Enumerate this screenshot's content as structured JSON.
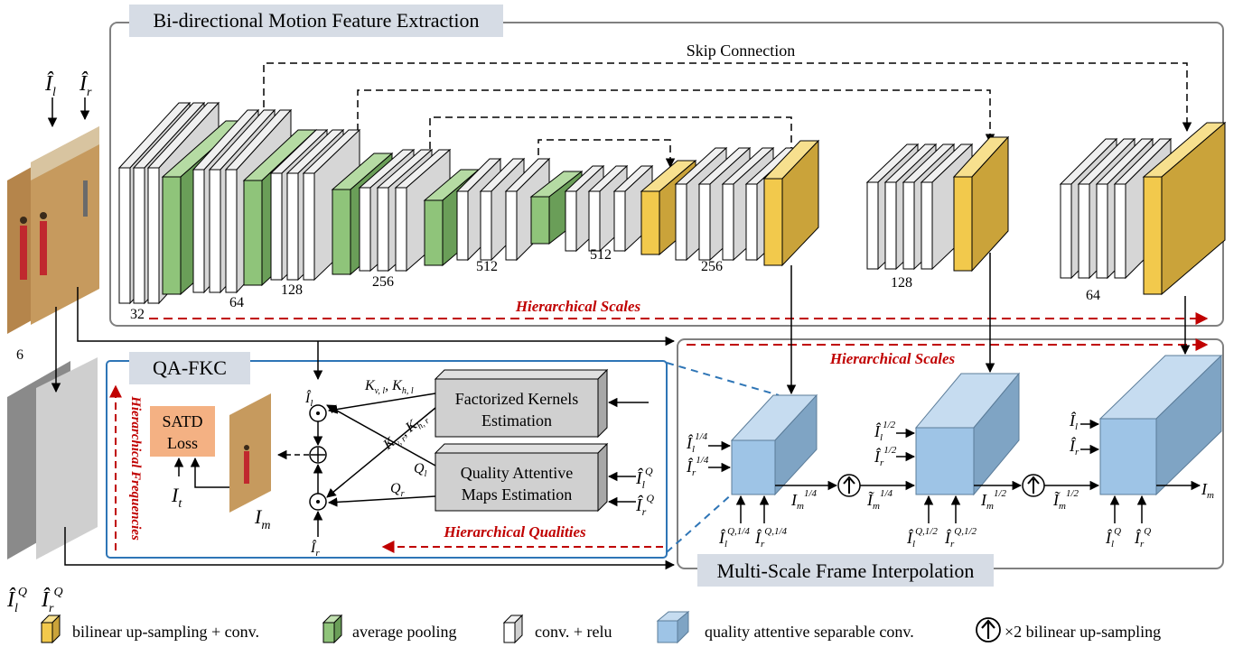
{
  "sections": {
    "extraction_title": "Bi-directional Motion Feature Extraction",
    "fkc_title": "QA-FKC",
    "interp_title": "Multi-Scale Frame Interpolation"
  },
  "labels": {
    "skip_connection": "Skip Connection",
    "hier_scales_top": "Hierarchical Scales",
    "hier_scales_mid": "Hierarchical Scales",
    "hier_qualities": "Hierarchical Qualities",
    "hier_frequencies": "Hierarchical Frequencies",
    "fke": [
      "Factorized Kernels",
      "Estimation"
    ],
    "qame": [
      "Quality Attentive",
      "Maps Estimation"
    ],
    "satd": [
      "SATD",
      "Loss"
    ],
    "input_channels": "6"
  },
  "channels": [
    "32",
    "64",
    "128",
    "256",
    "512",
    "512",
    "256",
    "128",
    "64"
  ],
  "math": {
    "I_hat": "Î",
    "I_tilde": "Ĩ",
    "I": "I",
    "K": "K",
    "Q": "Q",
    "sub_l": "l",
    "sub_r": "r",
    "sub_m": "m",
    "sub_t": "t",
    "sub_vl": "v, l",
    "sub_hl": "h, l",
    "sub_vr": "v, r",
    "sub_hr": "h, r",
    "sup_Q": "Q",
    "sup_14": "1/4",
    "sup_12": "1/2",
    "sup_Q14": "Q,1/4",
    "sup_Q12": "Q,1/2",
    "comma": ","
  },
  "legend": [
    {
      "icon": "yellow-block-icon",
      "text": "bilinear up-sampling + conv."
    },
    {
      "icon": "green-block-icon",
      "text": "average pooling"
    },
    {
      "icon": "white-block-icon",
      "text": "conv. + relu"
    },
    {
      "icon": "blue-block-icon",
      "text": "quality attentive separable conv."
    },
    {
      "icon": "upsample-arrow-icon",
      "text": "×2 bilinear up-sampling"
    }
  ],
  "colors": {
    "yellow_block": "#f2c94c",
    "green_block": "#8fc47a",
    "blue_block": "#9ec4e6",
    "red_arrow": "#c00000",
    "panel_border": "#2e75b6",
    "title_bg": "#d6dce5",
    "gray_box": "#d0d0d0",
    "satd_box": "#f4b183"
  }
}
